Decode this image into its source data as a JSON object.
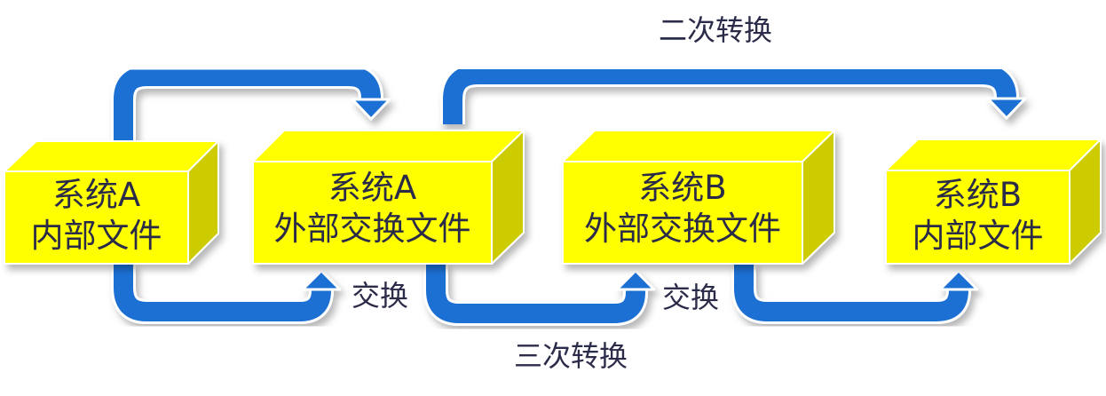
{
  "colors": {
    "box_front": "#ffff00",
    "box_top": "#ffff00",
    "box_side": "#cccc00",
    "box_edge": "#ffffff",
    "arrow": "#1a6fd4",
    "arrow_edge": "#ffffff",
    "text": "#2b2b4a"
  },
  "boxes": [
    {
      "id": "a-internal",
      "line1": "系统A",
      "line2": "内部文件"
    },
    {
      "id": "a-external",
      "line1": "系统A",
      "line2": "外部交换文件"
    },
    {
      "id": "b-external",
      "line1": "系统B",
      "line2": "外部交换文件"
    },
    {
      "id": "b-internal",
      "line1": "系统B",
      "line2": "内部文件"
    }
  ],
  "labels": {
    "secondary_conversion": "二次转换",
    "tertiary_conversion": "三次转换",
    "exchange_1": "交换",
    "exchange_2": "交换"
  }
}
